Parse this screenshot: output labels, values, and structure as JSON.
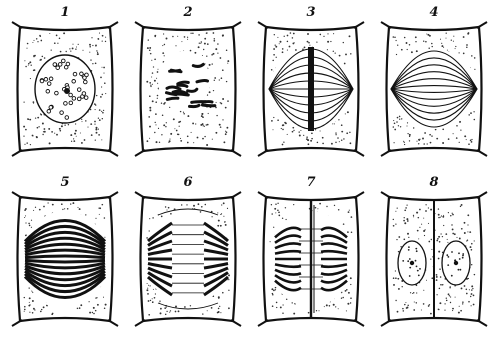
{
  "figure": {
    "panels": [
      {
        "number": "1",
        "stage": "resting-nucleus"
      },
      {
        "number": "2",
        "stage": "chromosomes-forming"
      },
      {
        "number": "3",
        "stage": "spindle-equatorial-plate"
      },
      {
        "number": "4",
        "stage": "spindle"
      },
      {
        "number": "5",
        "stage": "chromosomes-separating"
      },
      {
        "number": "6",
        "stage": "daughter-groups-at-poles"
      },
      {
        "number": "7",
        "stage": "cell-plate-forming"
      },
      {
        "number": "8",
        "stage": "two-daughter-cells"
      }
    ]
  }
}
